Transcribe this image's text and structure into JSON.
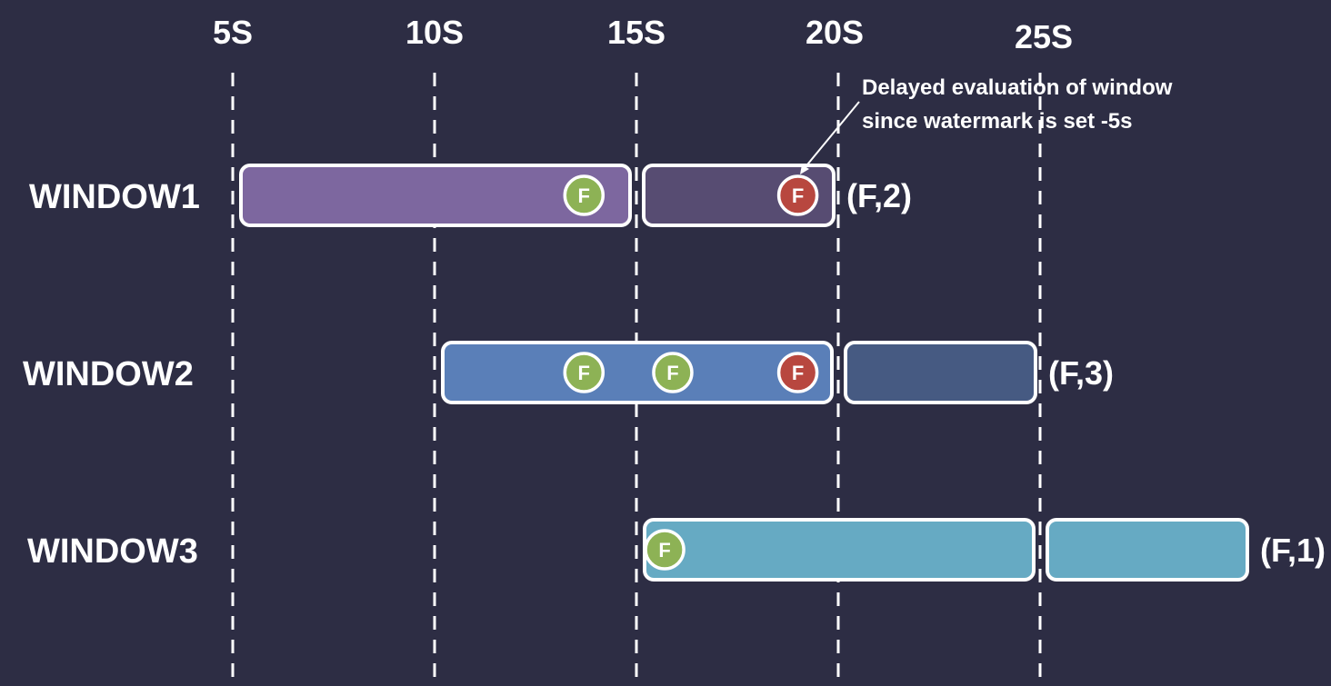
{
  "timeline": {
    "ticks": [
      {
        "label": "5S",
        "t": 5
      },
      {
        "label": "10S",
        "t": 10
      },
      {
        "label": "15S",
        "t": 15
      },
      {
        "label": "20S",
        "t": 20
      },
      {
        "label": "25S",
        "t": 25
      }
    ]
  },
  "annotation": {
    "line1": "Delayed evaluation of window",
    "line2": "since watermark is set -5s"
  },
  "colors": {
    "background": "#2d2d44",
    "green_event": "#8db255",
    "red_event": "#b8473f",
    "window1_main": "#7d679f",
    "window1_ext": "#574c72",
    "window2_main": "#5a7fb8",
    "window2_ext": "#465a82",
    "window3_main": "#66aac3",
    "window3_ext": "#66aac3"
  },
  "windows": [
    {
      "label": "WINDOW1",
      "result": "(F,2)",
      "main": {
        "start": 5,
        "end": 15,
        "color": "#7d679f"
      },
      "ext": {
        "start": 15,
        "end": 20,
        "color": "#574c72"
      },
      "events": [
        {
          "t": 13.7,
          "kind": "green",
          "text": "F"
        },
        {
          "t": 19.0,
          "kind": "red",
          "text": "F"
        }
      ]
    },
    {
      "label": "WINDOW2",
      "result": "(F,3)",
      "main": {
        "start": 10,
        "end": 20,
        "color": "#5a7fb8"
      },
      "ext": {
        "start": 20,
        "end": 25,
        "color": "#465a82"
      },
      "events": [
        {
          "t": 13.7,
          "kind": "green",
          "text": "F"
        },
        {
          "t": 15.9,
          "kind": "green",
          "text": "F"
        },
        {
          "t": 19.0,
          "kind": "red",
          "text": "F"
        }
      ]
    },
    {
      "label": "WINDOW3",
      "result": "(F,1)",
      "main": {
        "start": 15,
        "end": 25,
        "color": "#66aac3"
      },
      "ext": {
        "start": 25,
        "end": 30,
        "color": "#66aac3"
      },
      "events": [
        {
          "t": 15.7,
          "kind": "green",
          "text": "F"
        }
      ]
    }
  ]
}
